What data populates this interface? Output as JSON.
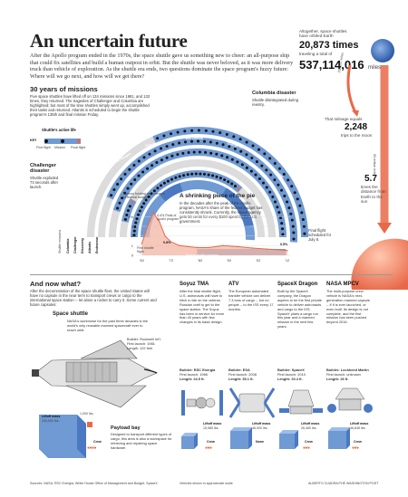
{
  "header": {
    "title": "An uncertain future",
    "intro": "After the Apollo program ended in the 1970s, the space shuttle gave us something new to cheer: an all-purpose ship that could fix satellites and build a human outpost in orbit. But the shuttle was never beloved, as it was more delivery truck than vehicle of exploration. As the shuttle era ends, two questions dominate the space program's fuzzy future: Where will we go next, and how will we get there?"
  },
  "stats": {
    "orbit_label": "Altogether, space shuttles have orbited Earth",
    "orbit_count": "20,873 times",
    "travel_label": "traveling a total of",
    "miles": "537,114,016",
    "miles_unit": "miles",
    "moon_label": "That mileage equals",
    "moon_count": "2,248",
    "moon_suffix": "trips to the moon",
    "sun_count": "5.7",
    "sun_label": "times the distance from Earth to the sun",
    "moon_distance": "238,857 miles",
    "sun_distance": "93 million miles"
  },
  "missions": {
    "heading": "30 years of missions",
    "text": "Five space shuttles have lifted off on 134 missions since 1981, and 132 times, they returned. The tragedies of Challenger and Columbia are highlighted; but most of the time shuttles simply went up, accomplished their tasks and returned. Atlantis is scheduled to begin the shuttle program's 135th and final mission Friday.",
    "life_label": "Shuttle's active life",
    "key_label": "KEY",
    "first_flight": "First flight",
    "mission": "Mission",
    "final_flight": "Final flight",
    "challenger_title": "Challenger disaster",
    "challenger_text": "Shuttle exploded 73 seconds after launch.",
    "columbia_title": "Columbia disaster",
    "columbia_text": "Shuttle disintegrated during reentry.",
    "final_flight_note": "Final flight scheduled for July 8.",
    "presidents": [
      "Ronald Reagan",
      "George H.W. Bush",
      "Bill Clinton",
      "George W. Bush",
      "Barack Obama"
    ],
    "shuttles": [
      "Shuttle missions",
      "Columbia",
      "Challenger",
      "Discovery",
      "Atlantis",
      "Endeavour"
    ]
  },
  "funding": {
    "heading": "A shrinking piece of the pie",
    "text": "In the decades after the peak of the Apollo program, NASA's share of the federal budget has consistently shrunk. Currently, the space agency gets 50 cents for every $100 spent by the U.S. government.",
    "axis_title": "Agency funding as a percent of federal budget",
    "peak_label": "4.4% Peak of Apollo program",
    "first_flight_label": "First shuttle flight",
    "program_label": "Space shuttle program",
    "label_08": "0.8%",
    "label_05": "0.5%",
    "y_ticks": [
      "4%",
      "3",
      "2",
      "1",
      "0"
    ],
    "x_ticks": [
      "'62",
      "'72",
      "'82",
      "'92",
      "'02",
      "'12"
    ]
  },
  "chart_data": {
    "type": "area",
    "title": "A shrinking piece of the pie",
    "ylabel": "Agency funding as a percent of federal budget",
    "x": [
      1962,
      1964,
      1966,
      1968,
      1970,
      1972,
      1975,
      1978,
      1981,
      1985,
      1990,
      1995,
      2000,
      2005,
      2010,
      2012
    ],
    "values": [
      1.2,
      3.0,
      4.4,
      3.5,
      2.0,
      1.4,
      1.0,
      0.9,
      0.8,
      0.8,
      1.0,
      0.9,
      0.75,
      0.65,
      0.55,
      0.5
    ],
    "ylim": [
      0,
      4.5
    ],
    "xlim": [
      1960,
      2013
    ],
    "annotations": [
      {
        "label": "4.4% Peak of Apollo program",
        "x": 1966,
        "y": 4.4
      },
      {
        "label": "0.8%",
        "x": 1981,
        "y": 0.8
      },
      {
        "label": "0.5%",
        "x": 2012,
        "y": 0.5
      }
    ]
  },
  "next": {
    "heading": "And now what?",
    "text": "After the decommission of the space shuttle fleet, the United States will have no capsule in the near term to transport crews or cargo to the international space station -- let alone a rocket to carry it. Some current and future capsules:",
    "shuttle_title": "Space shuttle",
    "shuttle_text": "NASA's workhorse for the past three decades is the world's only reusable manned spacecraft ever to reach orbit.",
    "payload_title": "Payload bay",
    "payload_text": "Designed to transport different types of cargo, this area is also a workspace for retrieving and repairing space hardware.",
    "liftoff_label": "Liftoff mass",
    "liftoff_value": "240,000 lbs.",
    "cargo_value": "1,000 lbs.",
    "crew_label": "Crew",
    "builder": "Builder: Rockwell Int'l.",
    "first_launch": "First launch: 1981",
    "length": "Length: 122 feet"
  },
  "craft": [
    {
      "name": "Soyuz TMA",
      "desc": "After the final shuttle flight, U.S. astronauts will have to hitch a ride on the veteran Russian craft to get to the space station. The Soyuz has been in service for more than 40 years with few changes in its basic design.",
      "builder": "Builder: RSC Energia",
      "launch": "First launch: 1966",
      "length": "Length: 24.5 ft.",
      "mass": "15,985 lbs.",
      "crew": "Crew"
    },
    {
      "name": "ATV",
      "desc": "The European automated transfer vehicle can deliver 7.3 tons of cargo -- but no people -- to the ISS every 17 months.",
      "builder": "Builder: ESA",
      "launch": "First launch: 2008",
      "length": "Length: 35.1 ft.",
      "mass": "46,000 lbs.",
      "crew": "None"
    },
    {
      "name": "SpaceX Dragon",
      "desc": "Built by the SpaceX company, the Dragon aspires to be the first private vehicle to deliver astronauts and cargo to the ISS. SpaceX plans a cargo run this year and a manned mission in the next few years.",
      "builder": "Builder: SpaceX",
      "launch": "First launch: 2010",
      "length": "Length: 20.4 ft.",
      "mass": "26,460 lbs.",
      "crew": "Crew"
    },
    {
      "name": "NASA MPCV",
      "desc": "The multi-purpose crew vehicle is NASA's next-generation manned capsule -- if it is ever launched, or even built. Its design is not complete, and the first mission has been pushed beyond 2016.",
      "builder": "Builder: Lockheed Martin",
      "launch": "First launch: unknown",
      "length": "Length: 26 ft.",
      "mass": "46,848 lbs.",
      "crew": "Crew"
    }
  ],
  "footer": {
    "sources": "Sources: NASA, RSC Energia, White House Office of Management and Budget, SpaceX",
    "note": "Vehicles shown in approximate scale",
    "credit": "ALBERTO CUADRA/THE WASHINGTON POST"
  },
  "colors": {
    "accent_red": "#e8694a",
    "band_blue": "#6f9ad3",
    "gray": "#c9c9c9",
    "earth": "#4a78c2"
  }
}
